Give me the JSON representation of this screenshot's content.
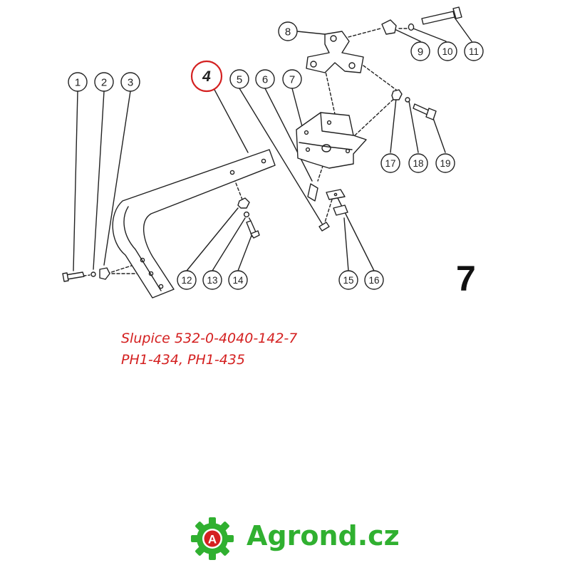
{
  "diagram": {
    "figure_number": "7",
    "highlighted_callout": "4",
    "callouts": [
      "1",
      "2",
      "3",
      "4",
      "5",
      "6",
      "7",
      "8",
      "9",
      "10",
      "11",
      "12",
      "13",
      "14",
      "15",
      "16",
      "17",
      "18",
      "19"
    ]
  },
  "caption": {
    "line1": "Slupice 532-0-4040-142-7",
    "line2": "PH1-434, PH1-435"
  },
  "logo": {
    "badge_letter": "A",
    "name": "Agrond.cz",
    "badge_color": "#d42020",
    "gear_color": "#30b030",
    "text_color": "#30b030"
  },
  "colors": {
    "line": "#222222",
    "caption": "#d42020",
    "highlight": "#d42020"
  }
}
